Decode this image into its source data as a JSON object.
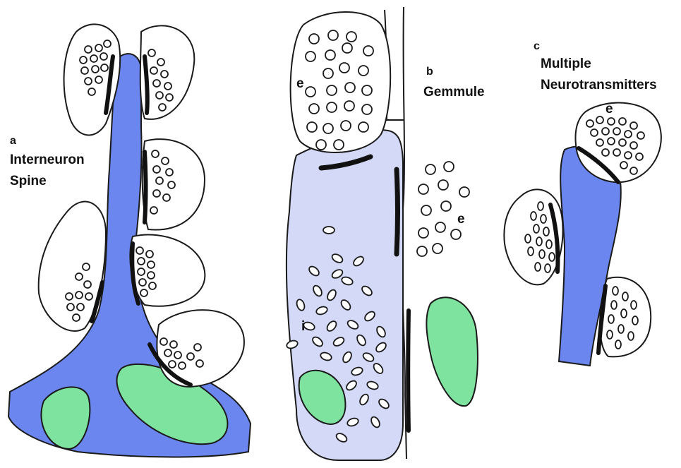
{
  "panels": {
    "a": {
      "letter": "a",
      "line1": "Interneuron",
      "line2": "Spine"
    },
    "b": {
      "letter": "b",
      "line1": "Gemmule",
      "marker_e_terminal": "e",
      "marker_e_free": "e",
      "marker_i": "i"
    },
    "c": {
      "letter": "c",
      "line1": "Multiple",
      "line2": "Neurotransmitters",
      "marker_e": "e"
    }
  },
  "colors": {
    "spine_blue": "#6b86ee",
    "gemmule_lavender": "#d3d9f7",
    "mitochondrion_green": "#7fe3a0",
    "membrane_black": "#111111",
    "outline": "#1a1a1a"
  }
}
